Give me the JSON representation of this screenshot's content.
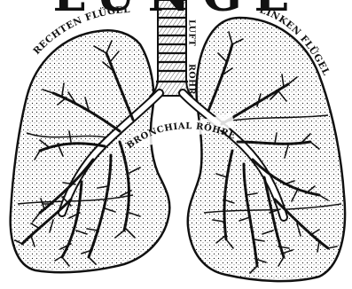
{
  "title_fragment": "LUNGE",
  "labels": {
    "right_wing": "RECHTEN FLÜGEL",
    "left_wing": "LINKEN FLÜGEL",
    "trachea_line1": "LUFT",
    "trachea_line2": "RÖHR",
    "bronchial": "BRONCHIAL RÖHREN"
  },
  "colors": {
    "ink": "#111111",
    "paper": "#ffffff"
  }
}
